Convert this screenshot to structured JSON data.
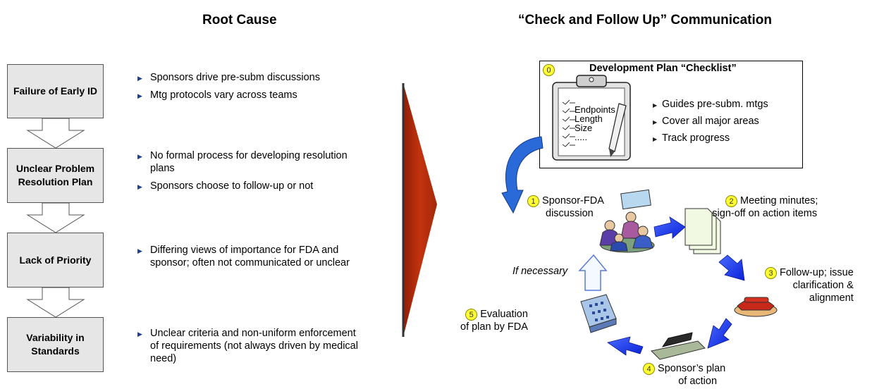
{
  "headings": {
    "left": "Root Cause",
    "right": "“Check and Follow Up” Communication"
  },
  "root_causes": [
    {
      "label": "Failure of Early ID",
      "bullets": [
        "Sponsors drive pre-subm discussions",
        "Mtg protocols vary across teams"
      ]
    },
    {
      "label": "Unclear Problem Resolution Plan",
      "bullets": [
        "No formal process for developing resolution plans",
        "Sponsors choose to follow-up or not"
      ]
    },
    {
      "label": "Lack of Priority",
      "bullets": [
        "Differing views of importance for FDA and sponsor; often not communicated or unclear"
      ]
    },
    {
      "label": "Variability in Standards",
      "bullets": [
        "Unclear criteria and non-uniform enforcement of requirements (not always driven by medical need)"
      ]
    }
  ],
  "checklist": {
    "number": "0",
    "title": "Development Plan “Checklist”",
    "clipboard_items": [
      "Endpoints",
      "Length",
      "Size",
      "....."
    ],
    "bullets": [
      "Guides pre-subm. mtgs",
      "Cover all major areas",
      "Track progress"
    ]
  },
  "cycle": {
    "steps": [
      {
        "number": "1",
        "line1": "Sponsor-FDA",
        "line2": "discussion"
      },
      {
        "number": "2",
        "line1": "Meeting minutes;",
        "line2": "sign-off on action items"
      },
      {
        "number": "3",
        "line1": "Follow-up; issue",
        "line2": "clarification &",
        "line3": "alignment"
      },
      {
        "number": "4",
        "line1": "Sponsor’s plan",
        "line2": "of action"
      },
      {
        "number": "5",
        "line1": "Evaluation",
        "line2": "of plan by FDA"
      }
    ],
    "if_necessary": "If necessary"
  },
  "colors": {
    "box_fill": "#e6e6e6",
    "chevron_red": "#b02a0c",
    "cycle_arrow_blue": "#0a2cf0",
    "badge_yellow": "#ffff33"
  }
}
